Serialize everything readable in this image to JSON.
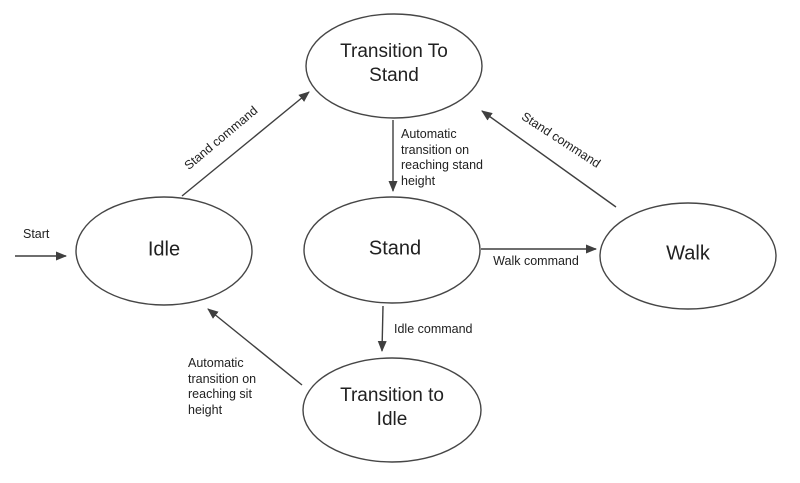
{
  "colors": {
    "background": "#ffffff",
    "shape_stroke": "#464646",
    "arrow_stroke": "#3f3f3f",
    "text": "#212121"
  },
  "diagram_type": "state-machine",
  "states": {
    "transition_to_stand": {
      "label": "Transition To Stand",
      "lines": [
        "Transition To",
        "Stand"
      ]
    },
    "idle": {
      "label": "Idle"
    },
    "stand": {
      "label": "Stand"
    },
    "walk": {
      "label": "Walk"
    },
    "transition_to_idle": {
      "label": "Transition to Idle",
      "lines": [
        "Transition to",
        "Idle"
      ]
    }
  },
  "edges": {
    "start": {
      "label": "Start"
    },
    "idle_to_transition_stand": {
      "label": "Stand command"
    },
    "transition_stand_to_stand": {
      "label": "Automatic transition on reaching stand height",
      "lines": [
        "Automatic",
        "transition on",
        "reaching stand",
        "height"
      ]
    },
    "stand_to_walk": {
      "label": "Walk command"
    },
    "walk_to_transition_stand": {
      "label": "Stand command"
    },
    "stand_to_transition_idle": {
      "label": "Idle command"
    },
    "transition_idle_to_idle": {
      "label": "Automatic transition on reaching sit height",
      "lines": [
        "Automatic",
        "transition on",
        "reaching sit",
        "height"
      ]
    }
  }
}
